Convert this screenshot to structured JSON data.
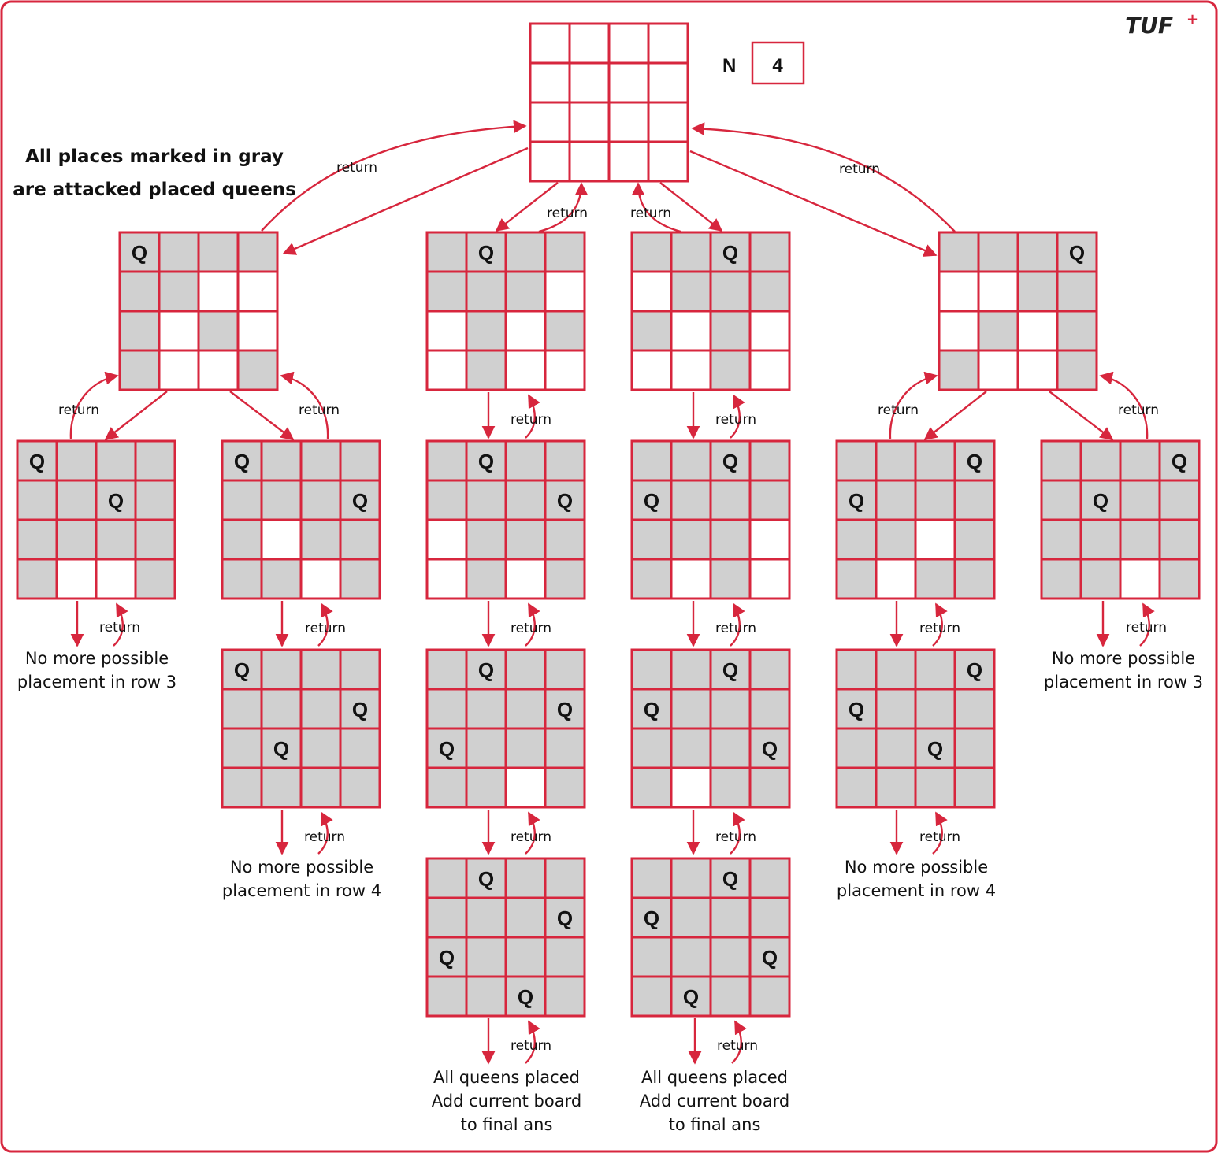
{
  "brand": {
    "logo_text": "TUF",
    "logo_plus": "+"
  },
  "n_box": {
    "label": "N",
    "value": "4"
  },
  "note": {
    "line1": "All places marked in gray",
    "line2": "are attacked placed queens"
  },
  "colors": {
    "accent": "#d7263d",
    "attacked": "#d0d0d0",
    "free": "#ffffff",
    "text": "#111111"
  },
  "queen_symbol": "Q",
  "return_label": "return",
  "boards": [
    {
      "id": "root",
      "cells": [
        "....",
        "....",
        "....",
        "...."
      ]
    },
    {
      "id": "b1",
      "cells": [
        "Qxxx",
        "xx..",
        "x.x.",
        "x..x"
      ]
    },
    {
      "id": "b2",
      "cells": [
        "xQxx",
        "xxx.",
        ".x.x",
        ".x.."
      ]
    },
    {
      "id": "b3",
      "cells": [
        "xxQx",
        ".xxx",
        "x.x.",
        "..x."
      ]
    },
    {
      "id": "b4",
      "cells": [
        "xxxQ",
        "..xx",
        ".x.x",
        "x..x"
      ]
    },
    {
      "id": "b11",
      "cells": [
        "Qxxx",
        "xxQx",
        "xxxx",
        "x..x"
      ]
    },
    {
      "id": "b12",
      "cells": [
        "Qxxx",
        "xxxQ",
        "x.xx",
        "xx.x"
      ]
    },
    {
      "id": "b21",
      "cells": [
        "xQxx",
        "xxxQ",
        ".xxx",
        ".x.x"
      ]
    },
    {
      "id": "b31",
      "cells": [
        "xxQx",
        "Qxxx",
        "xxx.",
        "x.x."
      ]
    },
    {
      "id": "b41",
      "cells": [
        "xxxQ",
        "Qxxx",
        "xx.x",
        "x.xx"
      ]
    },
    {
      "id": "b42",
      "cells": [
        "xxxQ",
        "xQxx",
        "xxxx",
        "xx.x"
      ]
    },
    {
      "id": "b121",
      "cells": [
        "Qxxx",
        "xxxQ",
        "xQxx",
        "xxxx"
      ]
    },
    {
      "id": "b211",
      "cells": [
        "xQxx",
        "xxxQ",
        "Qxxx",
        "xx.x"
      ]
    },
    {
      "id": "b311",
      "cells": [
        "xxQx",
        "Qxxx",
        "xxxQ",
        "x.xx"
      ]
    },
    {
      "id": "b411",
      "cells": [
        "xxxQ",
        "Qxxx",
        "xxQx",
        "xxxx"
      ]
    },
    {
      "id": "b2111",
      "cells": [
        "xQxx",
        "xxxQ",
        "Qxxx",
        "xxQx"
      ]
    },
    {
      "id": "b3111",
      "cells": [
        "xxQx",
        "Qxxx",
        "xxxQ",
        "xQxx"
      ]
    }
  ],
  "captions": [
    {
      "id": "cap-b11",
      "lines": [
        "No more possible",
        "placement in row 3"
      ]
    },
    {
      "id": "cap-b42",
      "lines": [
        "No more possible",
        "placement in row 3"
      ]
    },
    {
      "id": "cap-b121",
      "lines": [
        "No more possible",
        "placement in row 4"
      ]
    },
    {
      "id": "cap-b411",
      "lines": [
        "No more possible",
        "placement in row 4"
      ]
    },
    {
      "id": "cap-b2111",
      "lines": [
        "All queens placed",
        "Add current board",
        "to final ans"
      ]
    },
    {
      "id": "cap-b3111",
      "lines": [
        "All queens placed",
        "Add current board",
        "to final ans"
      ]
    }
  ]
}
